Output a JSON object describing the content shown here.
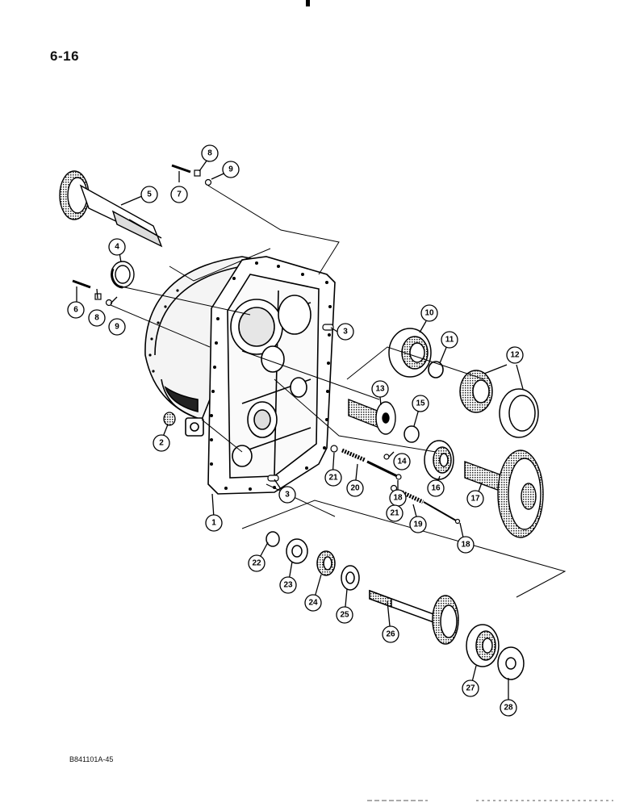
{
  "page_number": "6-16",
  "reference_code": "B841101A-45",
  "callouts": [
    "1",
    "2",
    "3",
    "3",
    "4",
    "5",
    "6",
    "7",
    "8",
    "8",
    "9",
    "9",
    "10",
    "11",
    "12",
    "13",
    "14",
    "15",
    "16",
    "17",
    "18",
    "18",
    "19",
    "20",
    "21",
    "21",
    "22",
    "23",
    "24",
    "25",
    "26",
    "27",
    "28"
  ]
}
